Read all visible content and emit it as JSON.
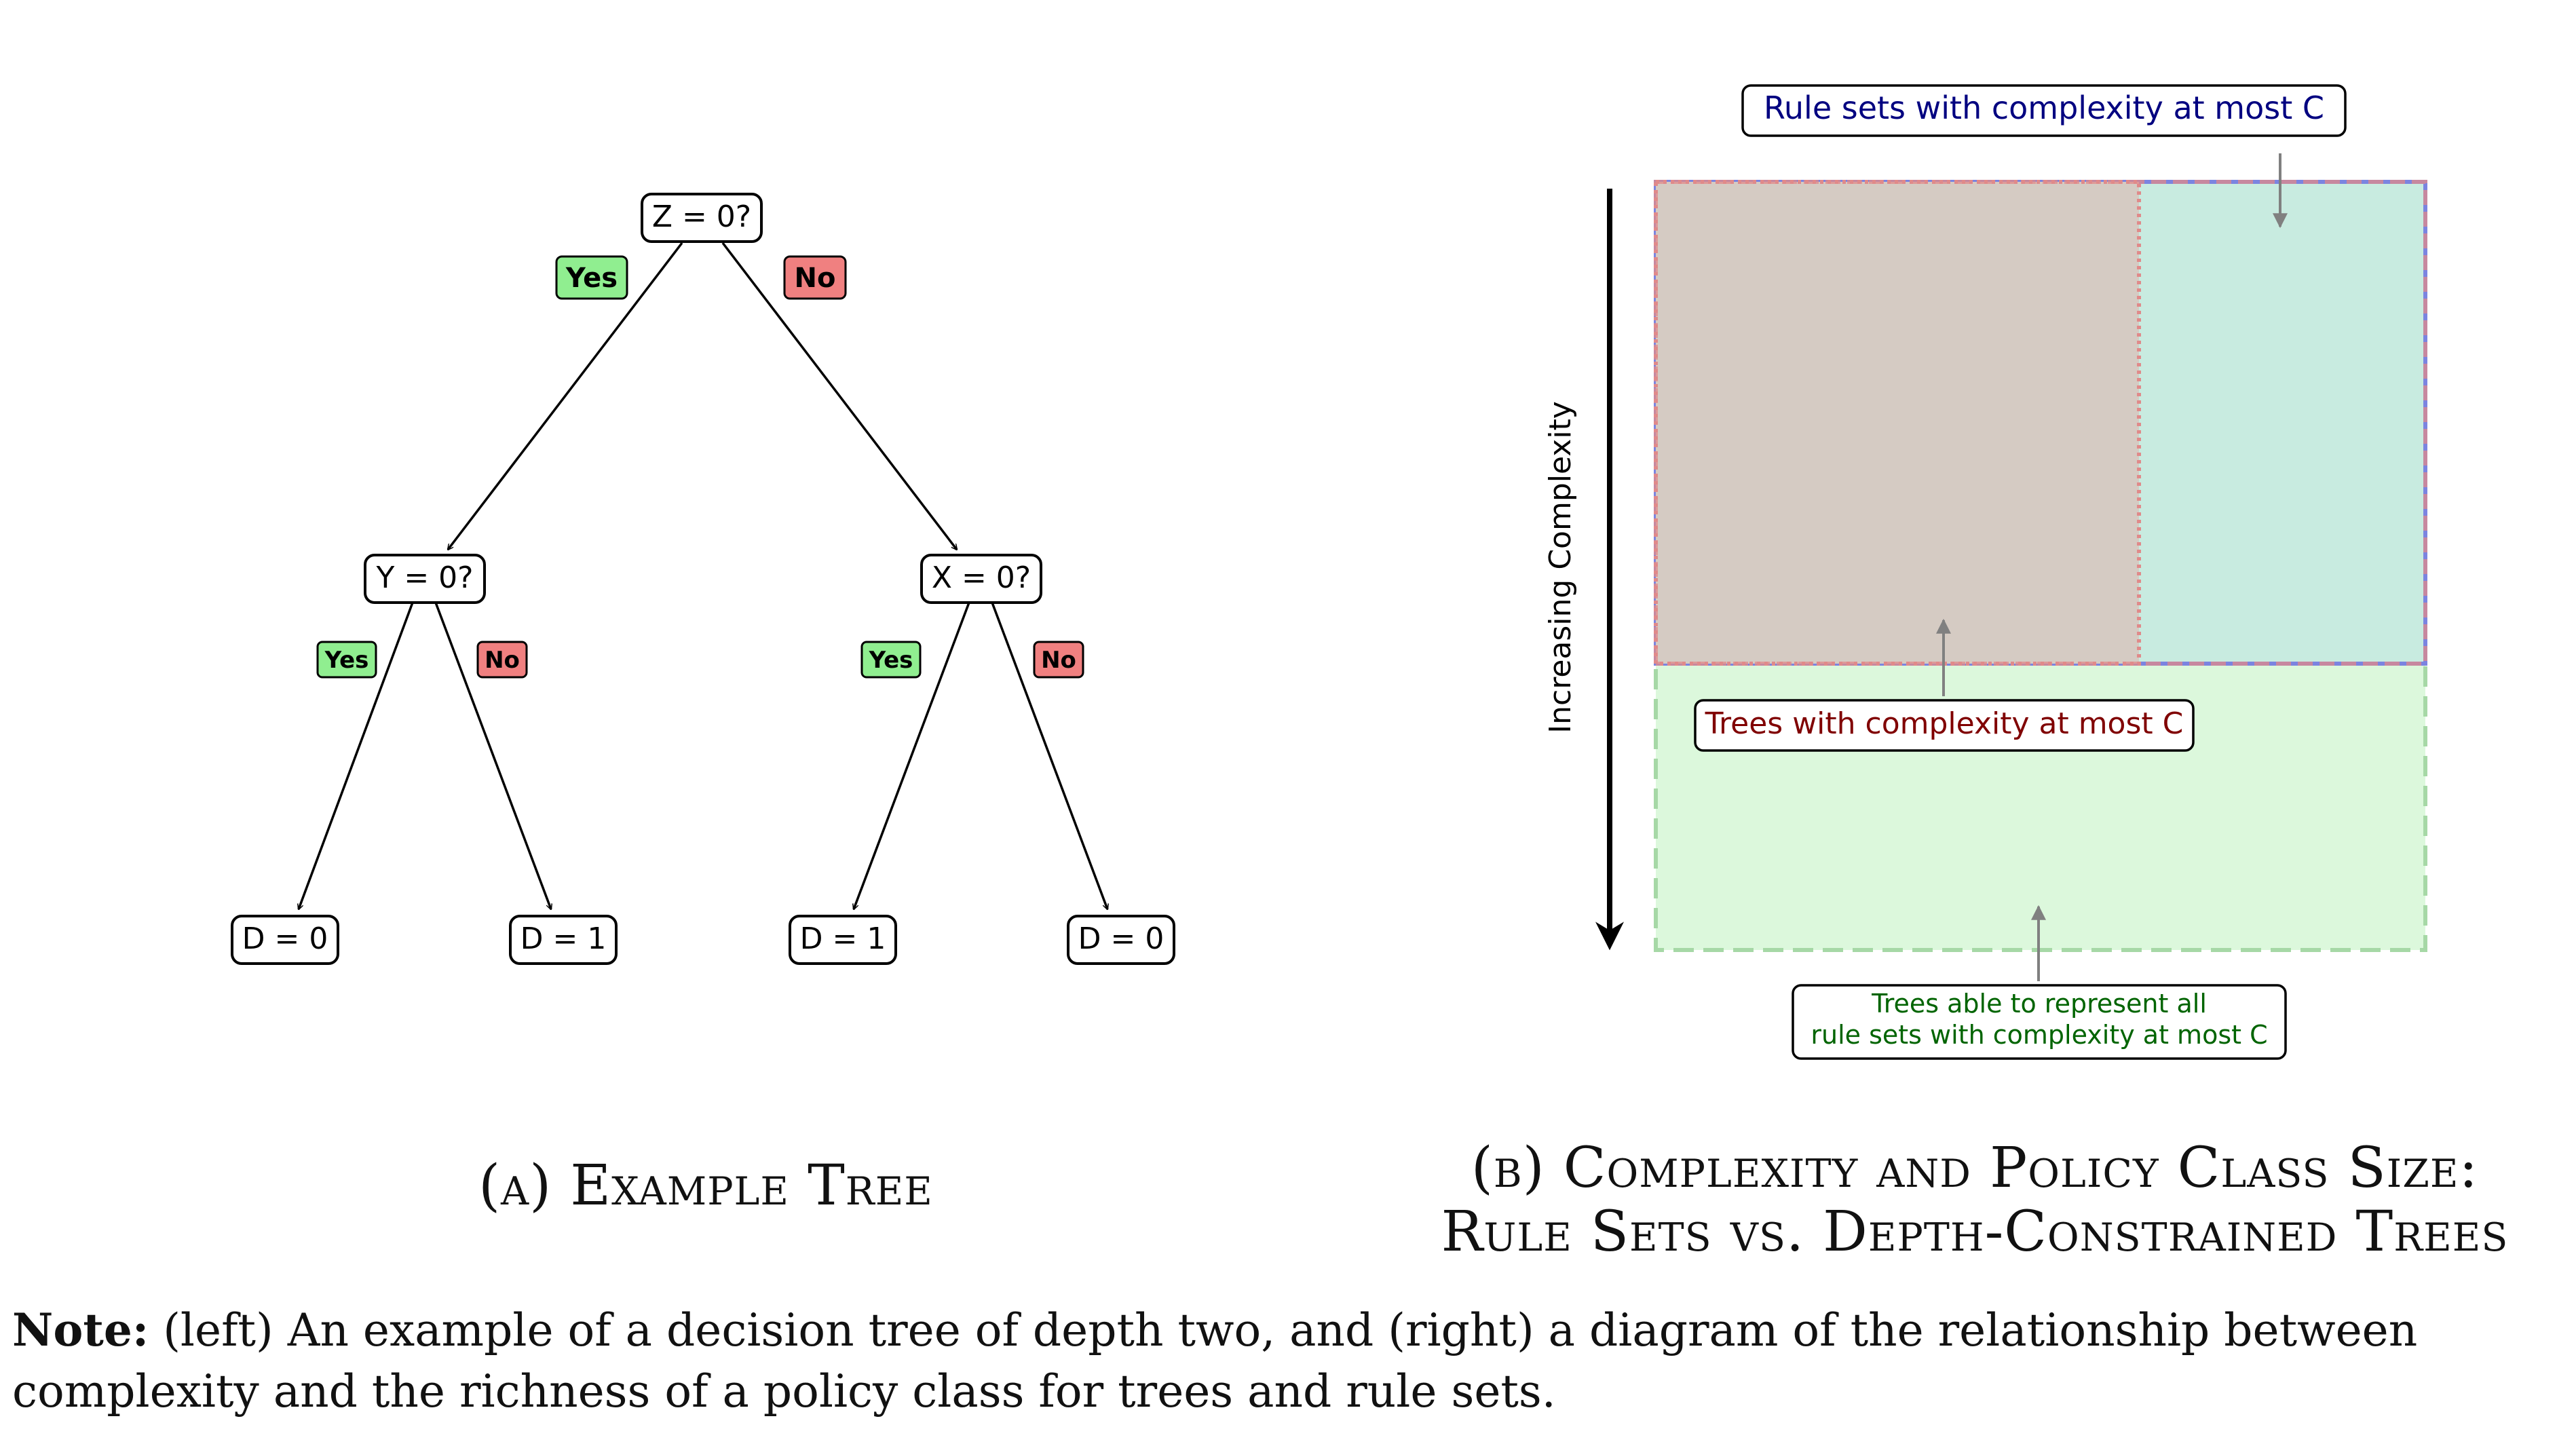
{
  "tree": {
    "root": {
      "label": "Z = 0?"
    },
    "left": {
      "label": "Y = 0?"
    },
    "right": {
      "label": "X = 0?"
    },
    "leaves": [
      "D = 0",
      "D = 1",
      "D = 1",
      "D = 0"
    ],
    "yes_label": "Yes",
    "no_label": "No",
    "colors": {
      "yes": "#90ee90",
      "no": "#f08080"
    }
  },
  "complexity": {
    "axis_label": "Increasing Complexity",
    "rule_sets_label": "Rule sets with complexity at most C",
    "trees_label": "Trees with complexity at most C",
    "represent_label_line1": "Trees able to represent all",
    "represent_label_line2": "rule sets with complexity at most C",
    "colors": {
      "rule_sets_text": "#000080",
      "trees_text": "#800000",
      "represent_text": "#006400",
      "rule_sets_fill": "#c8ebe0",
      "trees_fill": "#d5cbc3",
      "represent_fill": "#dcf8dc",
      "rule_sets_border": "#7b84e0",
      "trees_border": "#e08a8a",
      "represent_border": "#a6d8a6"
    }
  },
  "captions": {
    "a": "(a) Example Tree",
    "b_line1": "(b) Complexity and Policy Class Size:",
    "b_line2": "Rule Sets vs. Depth-Constrained Trees"
  },
  "note": {
    "lead": "Note:",
    "text": "(left) An example of a decision tree of depth two, and (right) a diagram of the relationship between complexity and the richness of a policy class for trees and rule sets."
  }
}
